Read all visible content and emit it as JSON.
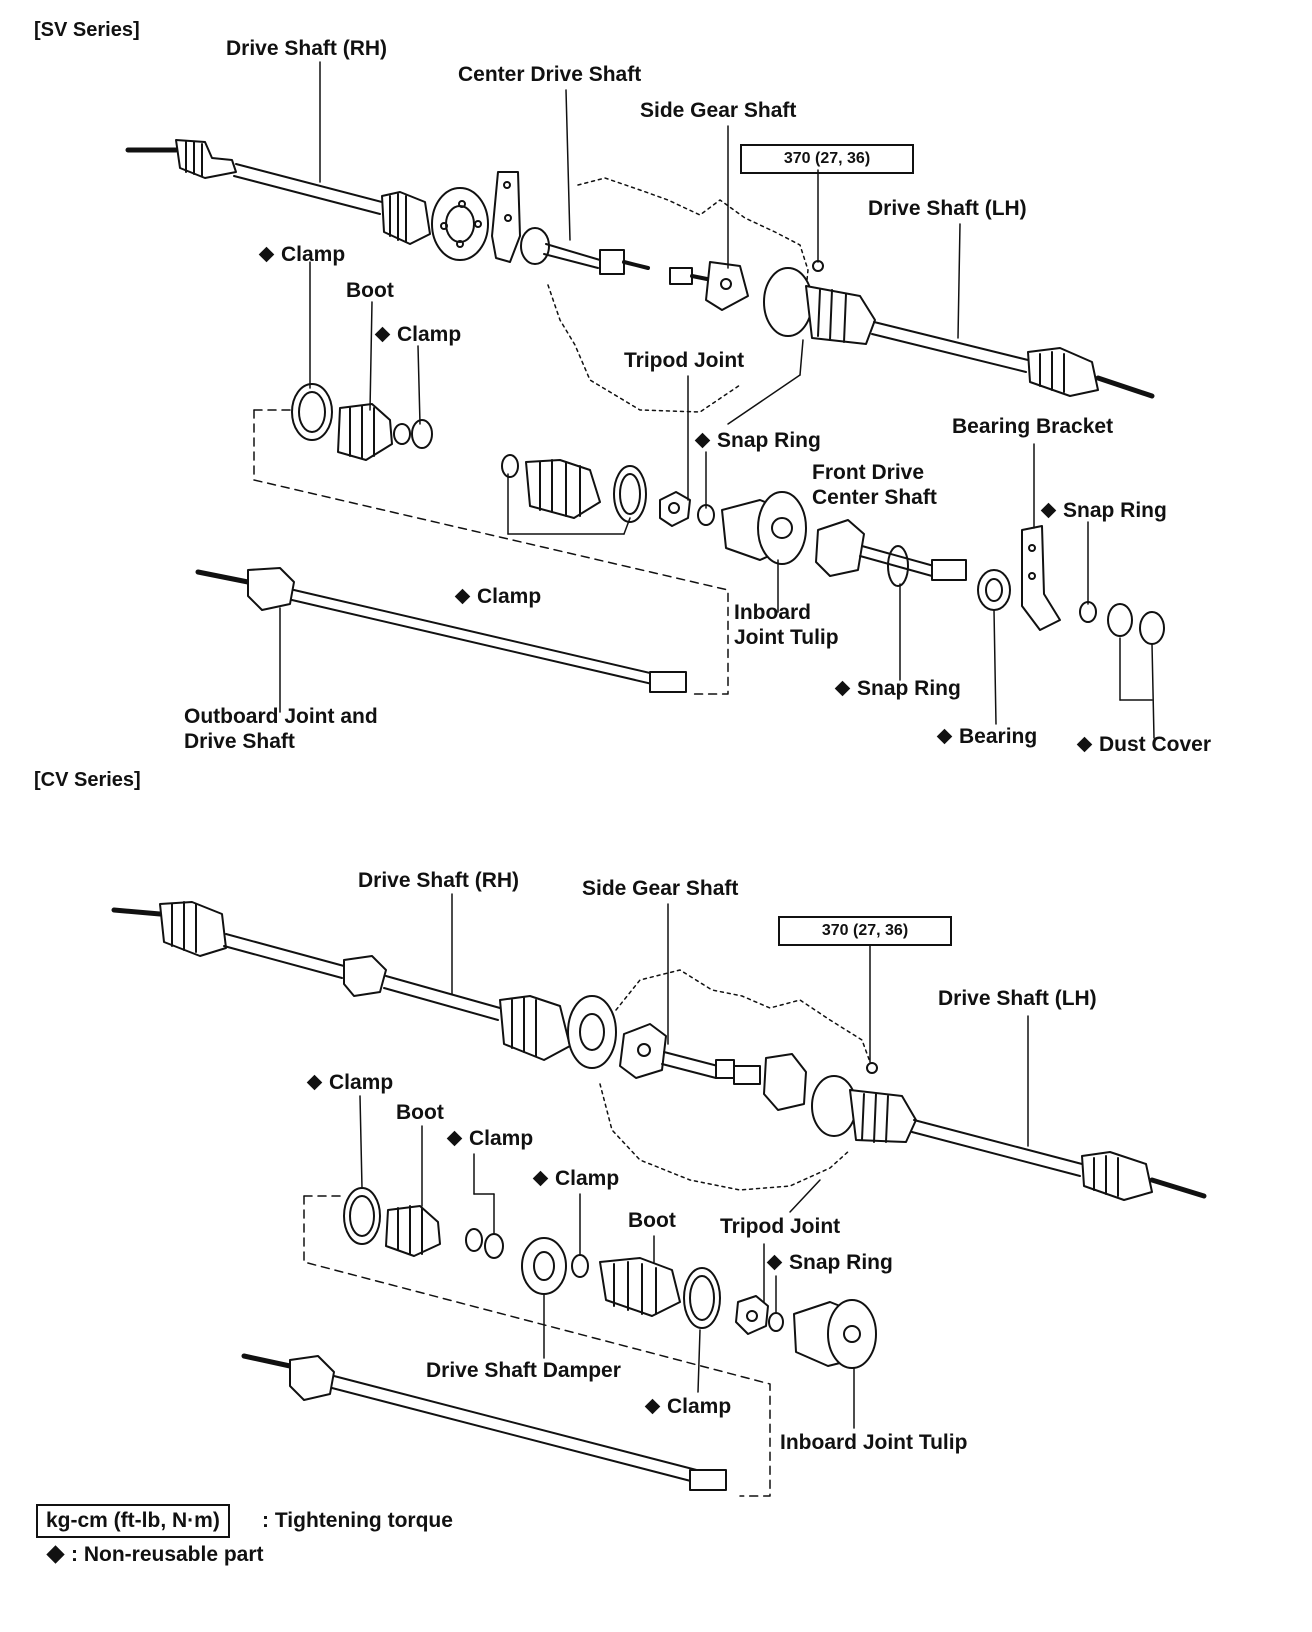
{
  "sv": {
    "header": "[SV Series]",
    "labels": {
      "drive_shaft_rh": "Drive Shaft (RH)",
      "center_drive_shaft": "Center Drive Shaft",
      "side_gear_shaft": "Side Gear Shaft",
      "torque": "370 (27, 36)",
      "drive_shaft_lh": "Drive Shaft (LH)",
      "clamp_1": "Clamp",
      "boot": "Boot",
      "clamp_2": "Clamp",
      "tripod_joint": "Tripod Joint",
      "snap_ring_1": "Snap Ring",
      "front_drive_center_shaft": "Front Drive\nCenter Shaft",
      "bearing_bracket": "Bearing Bracket",
      "snap_ring_2": "Snap Ring",
      "clamp_3": "Clamp",
      "inboard_joint_tulip": "Inboard\nJoint Tulip",
      "snap_ring_3": "Snap Ring",
      "outboard_joint": "Outboard Joint and\nDrive Shaft",
      "bearing": "Bearing",
      "dust_cover": "Dust Cover"
    }
  },
  "cv": {
    "header": "[CV Series]",
    "labels": {
      "drive_shaft_rh": "Drive Shaft (RH)",
      "side_gear_shaft": "Side Gear Shaft",
      "torque": "370 (27, 36)",
      "drive_shaft_lh": "Drive Shaft (LH)",
      "clamp_1": "Clamp",
      "boot_1": "Boot",
      "clamp_2": "Clamp",
      "clamp_3": "Clamp",
      "boot_2": "Boot",
      "tripod_joint": "Tripod Joint",
      "snap_ring": "Snap Ring",
      "drive_shaft_damper": "Drive Shaft Damper",
      "clamp_4": "Clamp",
      "inboard_joint_tulip": "Inboard Joint Tulip"
    }
  },
  "legend": {
    "torque_units": "kg-cm (ft-lb, N·m)",
    "torque_desc": ": Tightening torque",
    "nonreusable_desc": ": Non-reusable part"
  }
}
